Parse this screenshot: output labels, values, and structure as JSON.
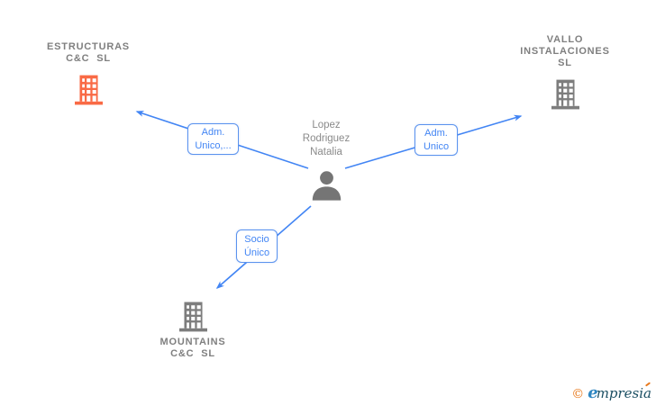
{
  "diagram": {
    "person": {
      "name_line1": "Lopez",
      "name_line2": "Rodriguez",
      "name_line3": "Natalia"
    },
    "companies": {
      "estructuras": {
        "line1": "ESTRUCTURAS",
        "line2": "C&C SL"
      },
      "vallo": {
        "line1": "VALLO",
        "line2": "INSTALACIONES",
        "line3": "SL"
      },
      "mountains": {
        "line1": "MOUNTAINS",
        "line2": "C&C SL"
      }
    },
    "edges": {
      "left": {
        "line1": "Adm.",
        "line2": "Unico,..."
      },
      "right": {
        "line1": "Adm.",
        "line2": "Unico"
      },
      "bottom": {
        "line1": "Socio",
        "line2": "Único"
      }
    }
  },
  "colors": {
    "building_highlight": "#f96a45",
    "building_default": "#7d7d7d",
    "person_icon": "#757575",
    "edge_blue": "#4285f4",
    "company_text": "#7f7f7f",
    "brand_orange": "#e87a1e",
    "brand_blue": "#2e86c1",
    "brand_dark": "#1b4f63"
  },
  "footer": {
    "copyright": "©",
    "brand_first": "e",
    "brand_rest": "mpresia"
  }
}
